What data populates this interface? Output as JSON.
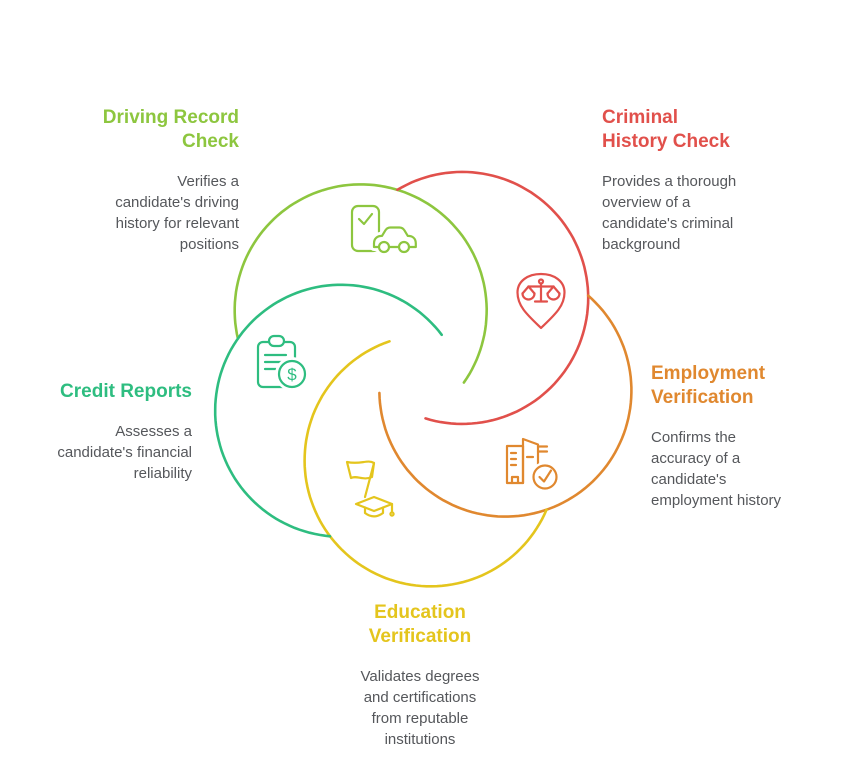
{
  "page": {
    "background": "#ffffff",
    "body_text_color": "#55575b"
  },
  "diagram": {
    "type": "pinwheel-venn",
    "items": [
      {
        "id": "driving-record-check",
        "title": "Driving Record\nCheck",
        "description": "Verifies a\ncandidate's driving\nhistory for relevant\npositions",
        "color": "#8dc63f",
        "icon": "license-car-check-icon"
      },
      {
        "id": "criminal-history-check",
        "title": "Criminal\nHistory Check",
        "description": "Provides a thorough\noverview of a\ncandidate's criminal\nbackground",
        "color": "#e1504b",
        "icon": "scales-location-pin-icon"
      },
      {
        "id": "employment-verification",
        "title": "Employment\nVerification",
        "description": "Confirms the\naccuracy of a\ncandidate's\nemployment history",
        "color": "#e0882f",
        "icon": "building-check-icon"
      },
      {
        "id": "education-verification",
        "title": "Education\nVerification",
        "description": "Validates degrees\nand certifications\nfrom reputable\ninstitutions",
        "color": "#e4c51d",
        "icon": "flag-graduation-cap-icon"
      },
      {
        "id": "credit-reports",
        "title": "Credit Reports",
        "description": "Assesses a\ncandidate's financial\nreliability",
        "color": "#2ebd80",
        "icon": "clipboard-dollar-icon",
        "currency_symbol": "$"
      }
    ]
  }
}
